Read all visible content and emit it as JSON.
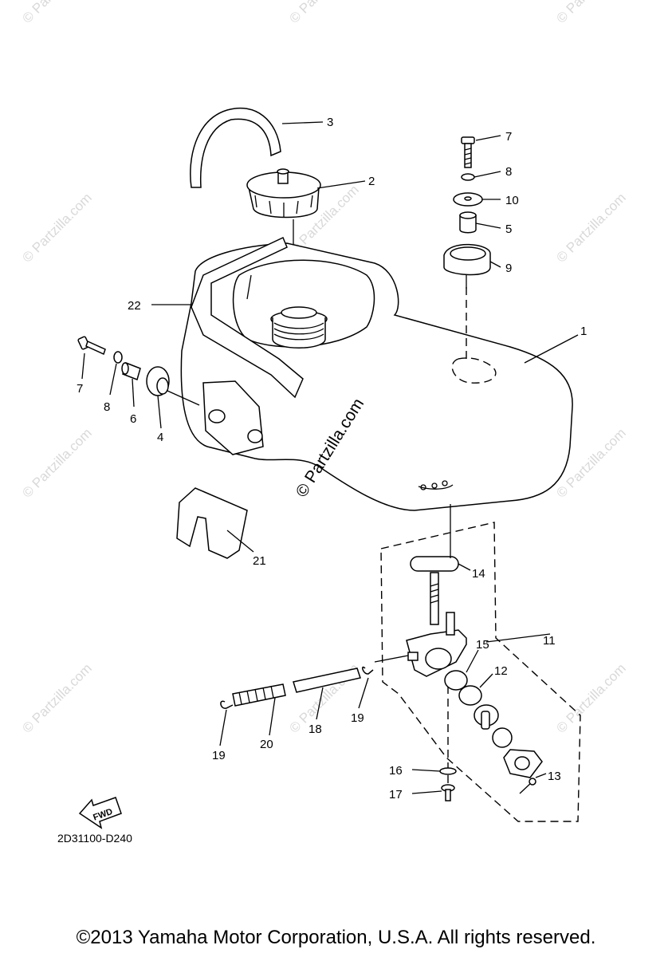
{
  "watermark": "© Partzilla.com",
  "diagram_code": "2D31100-D240",
  "fwd_label": "FWD",
  "copyright": "©2013 Yamaha Motor Corporation, U.S.A. All rights reserved.",
  "callouts": {
    "c1": "1",
    "c2": "2",
    "c3": "3",
    "c4": "4",
    "c5": "5",
    "c6": "6",
    "c7a": "7",
    "c7b": "7",
    "c8a": "8",
    "c8b": "8",
    "c9": "9",
    "c10": "10",
    "c11": "11",
    "c12": "12",
    "c13": "13",
    "c14": "14",
    "c15": "15",
    "c16": "16",
    "c17": "17",
    "c18": "18",
    "c19a": "19",
    "c19b": "19",
    "c20": "20",
    "c21": "21",
    "c22": "22"
  }
}
